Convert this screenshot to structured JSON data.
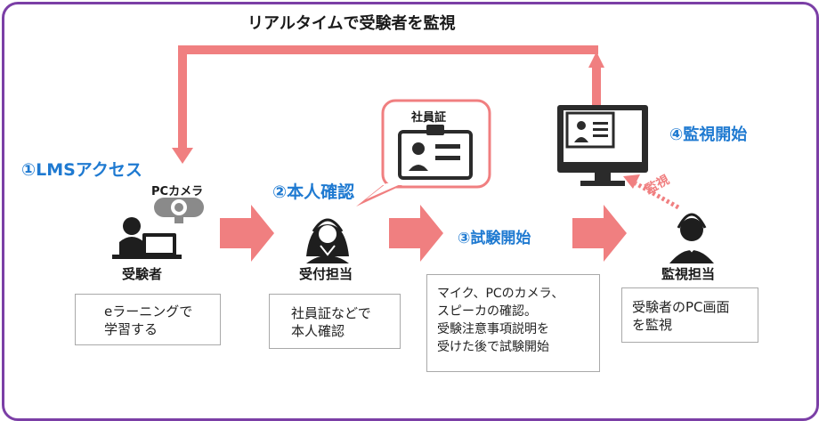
{
  "title": "リアルタイムで受験者を監視",
  "steps": {
    "s1": "①LMSアクセス",
    "s2": "②本人確認",
    "s3": "③試験開始",
    "s4": "④監視開始"
  },
  "labels": {
    "pc_camera": "PCカメラ",
    "id_card": "社員証",
    "examinee": "受験者",
    "receptionist": "受付担当",
    "monitor_staff": "監視担当",
    "monitoring": "監視"
  },
  "boxes": {
    "b1": [
      "eラーニングで",
      "学習する"
    ],
    "b2": [
      "社員証などで",
      "本人確認"
    ],
    "b3": [
      "マイク、PCのカメラ、",
      "スピーカの確認。",
      "受験注意事項説明を",
      "受けた後で試験開始"
    ],
    "b4": [
      "受験者のPC画面",
      "を監視"
    ]
  },
  "colors": {
    "accent_arrow": "#f07f80",
    "step_blue": "#1f7ad1",
    "frame_purple": "#7b3fa6",
    "icon_dark": "#2b2b2b"
  }
}
